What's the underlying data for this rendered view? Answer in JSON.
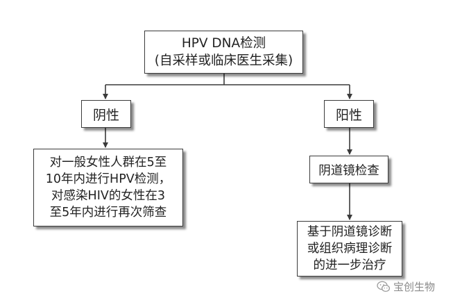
{
  "root": {
    "line1": "HPV DNA检测",
    "line2": "(自采样或临床医生采集)"
  },
  "negative": {
    "label": "阴性"
  },
  "negative_advice": {
    "lines": [
      "对一般女性人群在5至",
      "10年内进行HPV检测，",
      "对感染HIV的女性在3",
      "至5年内进行再次筛查"
    ]
  },
  "positive": {
    "label": "阳性"
  },
  "colposcopy": {
    "label": "阴道镜检查"
  },
  "treatment": {
    "lines": [
      "基于阴道镜诊断",
      "或组织病理诊断",
      "的进一步治疗"
    ]
  },
  "watermark": {
    "text": "宝创生物",
    "icon": "wechat-icon"
  }
}
